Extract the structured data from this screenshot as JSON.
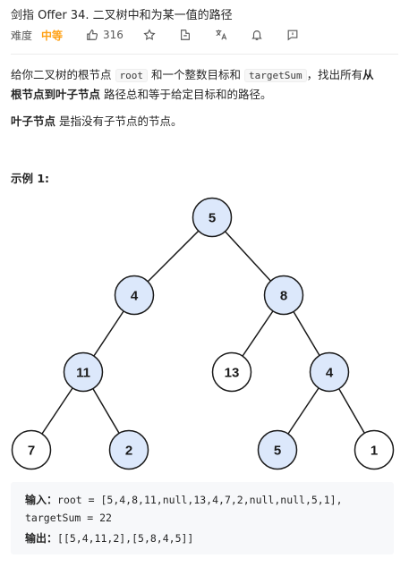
{
  "header": {
    "title": "剑指 Offer 34. 二叉树中和为某一值的路径",
    "difficulty_label": "难度",
    "difficulty": "中等",
    "likes": "316",
    "actions": [
      "thumb-up-icon",
      "star-icon",
      "share-icon",
      "translate-icon",
      "bell-icon",
      "feedback-icon"
    ]
  },
  "description": {
    "p1_a": "给你二叉树的根节点",
    "p1_code1": "root",
    "p1_b": "和一个整数目标和",
    "p1_code2": "targetSum",
    "p1_c": "，找出所有",
    "p1_bold1": "从",
    "p1_bold2": "根节点到叶子节点",
    "p1_d": "路径总和等于给定目标和的路径。",
    "p2_bold": "叶子节点",
    "p2_rest": "是指没有子节点的节点。"
  },
  "example": {
    "title": "示例 1:",
    "tree": {
      "nodes": [
        {
          "id": "n5",
          "label": "5",
          "highlight": true
        },
        {
          "id": "n4a",
          "label": "4",
          "highlight": true
        },
        {
          "id": "n8",
          "label": "8",
          "highlight": true
        },
        {
          "id": "n11",
          "label": "11",
          "highlight": true
        },
        {
          "id": "n13",
          "label": "13",
          "highlight": false
        },
        {
          "id": "n4b",
          "label": "4",
          "highlight": true
        },
        {
          "id": "n7",
          "label": "7",
          "highlight": false
        },
        {
          "id": "n2",
          "label": "2",
          "highlight": true
        },
        {
          "id": "n5b",
          "label": "5",
          "highlight": true
        },
        {
          "id": "n1",
          "label": "1",
          "highlight": false
        }
      ],
      "edges": [
        [
          "n5",
          "n4a"
        ],
        [
          "n5",
          "n8"
        ],
        [
          "n4a",
          "n11"
        ],
        [
          "n8",
          "n13"
        ],
        [
          "n8",
          "n4b"
        ],
        [
          "n11",
          "n7"
        ],
        [
          "n11",
          "n2"
        ],
        [
          "n4b",
          "n5b"
        ],
        [
          "n4b",
          "n1"
        ]
      ],
      "highlight_fill": "#dce8fb",
      "plain_fill": "#ffffff",
      "stroke": "#1a1a1a"
    },
    "input_label": "输入：",
    "input_line1": "root = [5,4,8,11,null,13,4,7,2,null,null,5,1],",
    "input_line2": "targetSum = 22",
    "output_label": "输出：",
    "output_value": "[[5,4,11,2],[5,8,4,5]]"
  },
  "colors": {
    "accent": "#ffa116",
    "text": "#262626",
    "muted": "#595959"
  }
}
